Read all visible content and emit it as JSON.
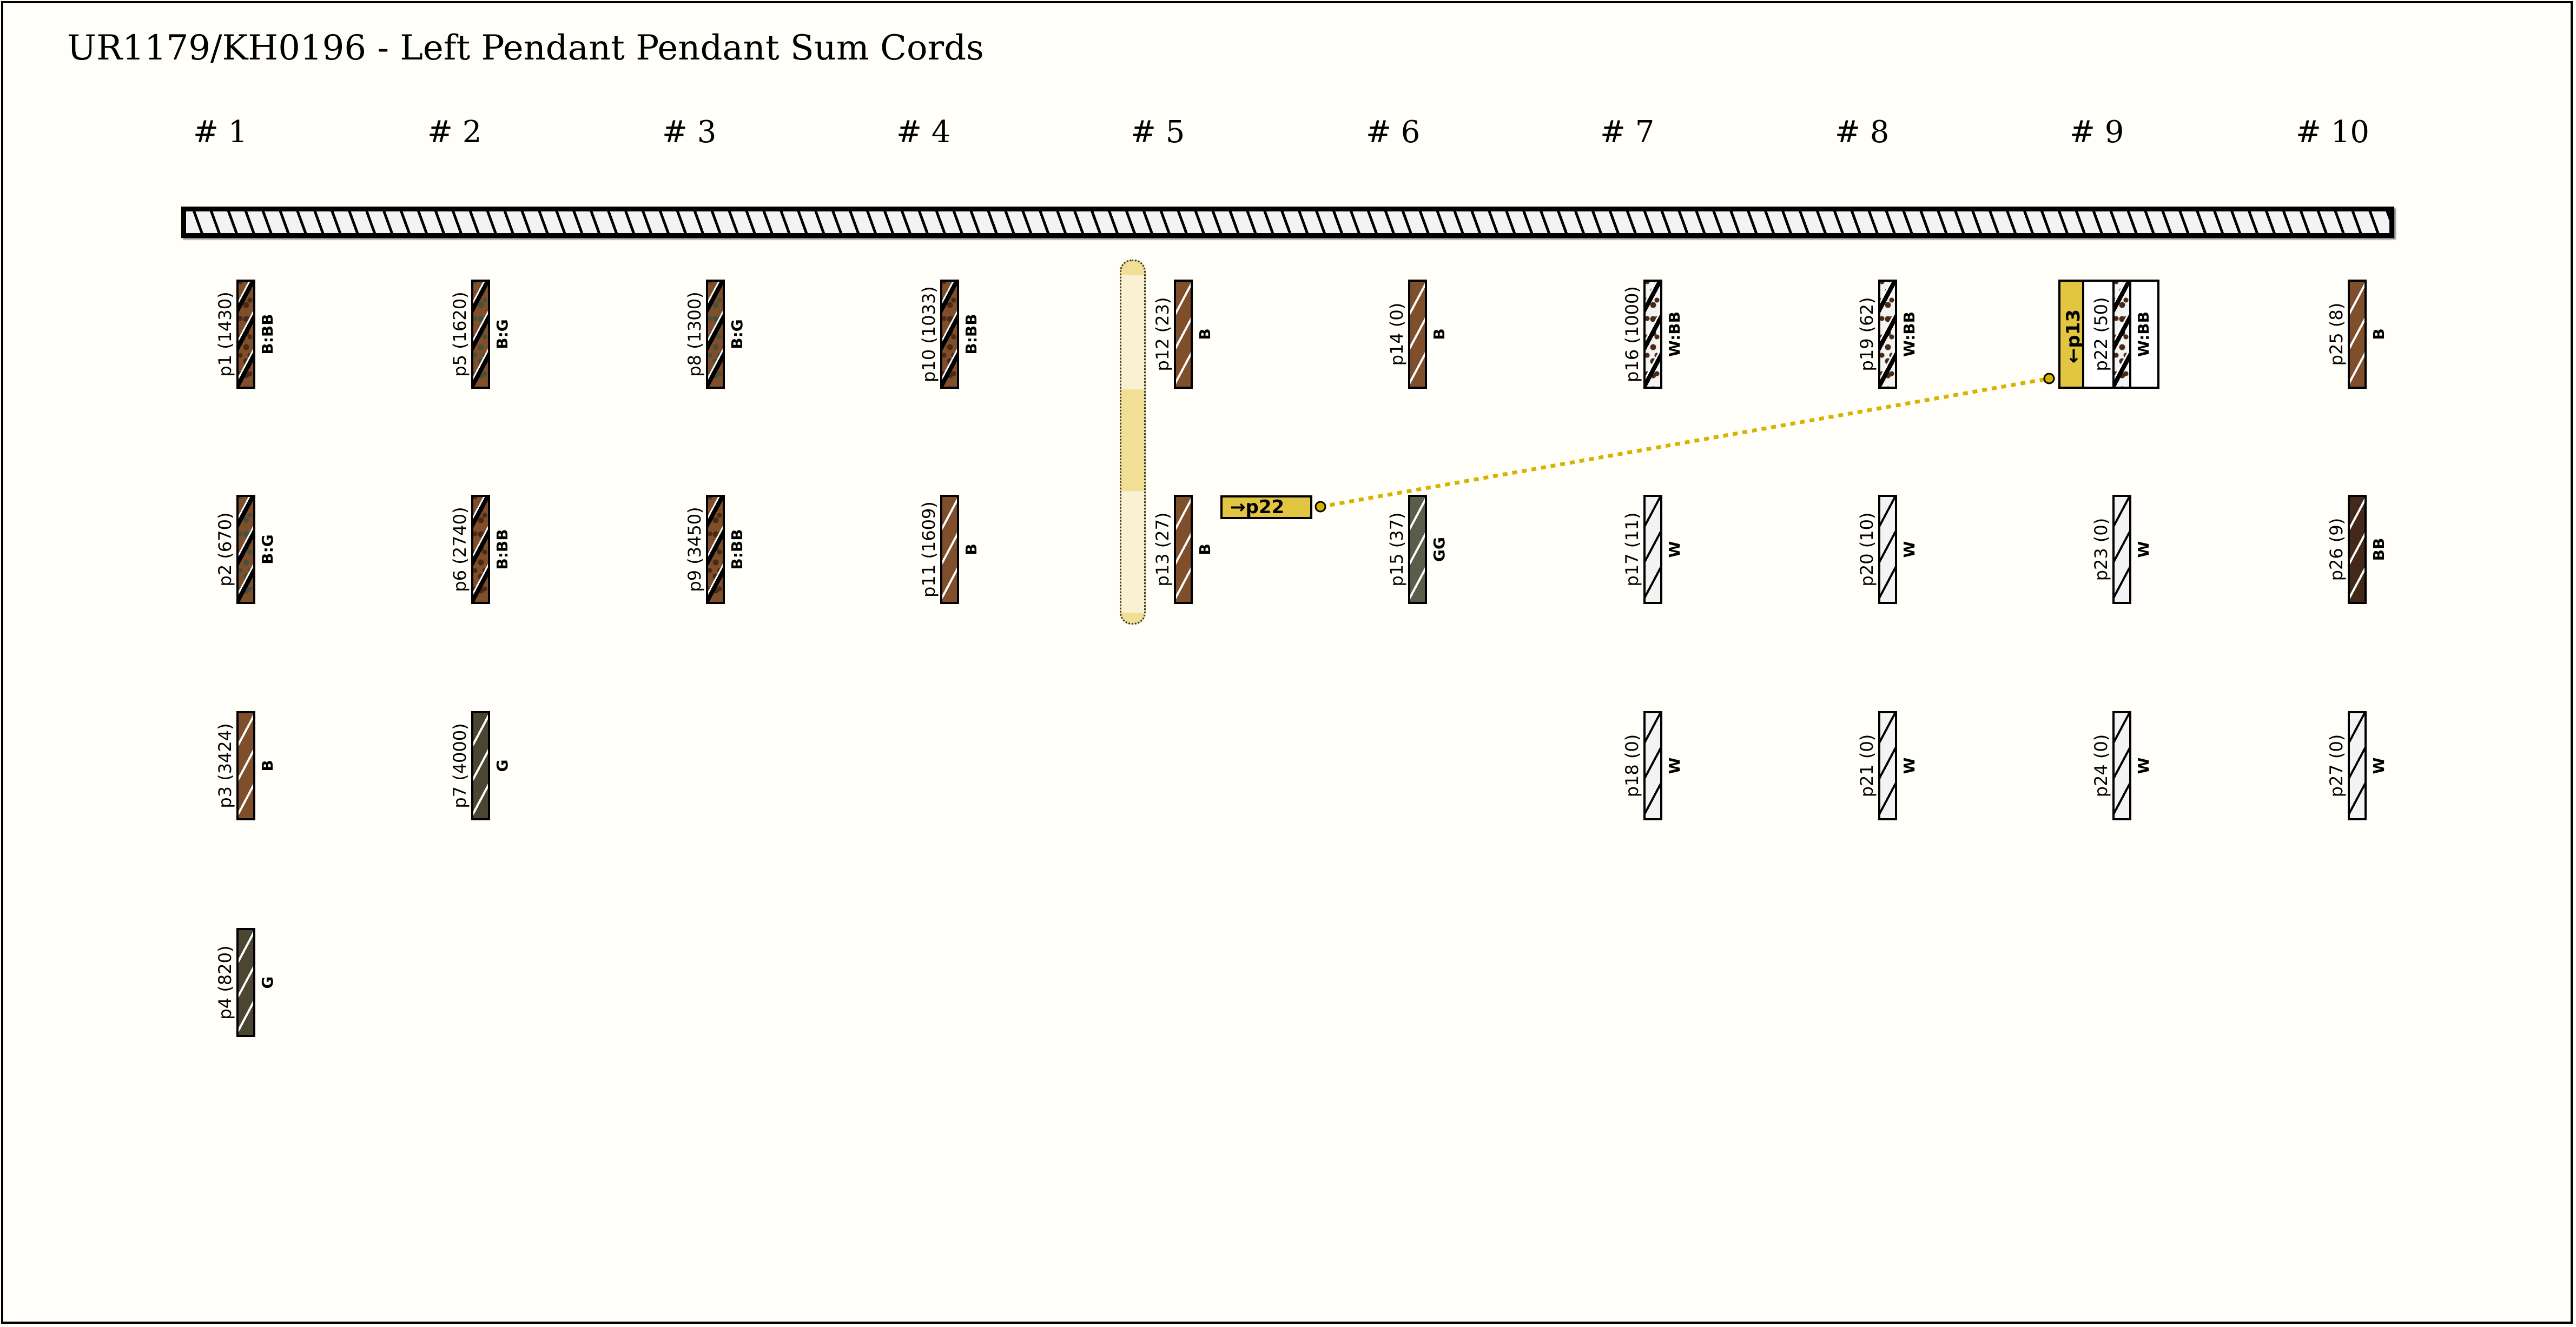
{
  "title": "UR1179/KH0196 - Left Pendant Pendant Sum Cords",
  "colors": {
    "brown": "#7f4f2b",
    "dark_brown": "#44291a",
    "green": "#4a4632",
    "gray_green": "#595e4a",
    "white": "#f3f3f3",
    "spot_brown": "#4a2a14",
    "spot_green": "#48503a",
    "highlight": "#e2c541",
    "connector": "#d6b300"
  },
  "groups": [
    {
      "label": "# 1"
    },
    {
      "label": "# 2"
    },
    {
      "label": "# 3"
    },
    {
      "label": "# 4"
    },
    {
      "label": "# 5"
    },
    {
      "label": "# 6"
    },
    {
      "label": "# 7"
    },
    {
      "label": "# 8"
    },
    {
      "label": "# 9"
    },
    {
      "label": "# 10"
    }
  ],
  "cords": [
    {
      "id": "p1",
      "value": 1430,
      "label": "p1 (1430)",
      "colors": "B:BB",
      "group": 1,
      "row": 1
    },
    {
      "id": "p2",
      "value": 670,
      "label": "p2 (670)",
      "colors": "B:G",
      "group": 1,
      "row": 2
    },
    {
      "id": "p3",
      "value": 3424,
      "label": "p3 (3424)",
      "colors": "B",
      "group": 1,
      "row": 3
    },
    {
      "id": "p4",
      "value": 820,
      "label": "p4 (820)",
      "colors": "G",
      "group": 1,
      "row": 4
    },
    {
      "id": "p5",
      "value": 1620,
      "label": "p5 (1620)",
      "colors": "B:G",
      "group": 2,
      "row": 1
    },
    {
      "id": "p6",
      "value": 2740,
      "label": "p6 (2740)",
      "colors": "B:BB",
      "group": 2,
      "row": 2
    },
    {
      "id": "p7",
      "value": 4000,
      "label": "p7 (4000)",
      "colors": "G",
      "group": 2,
      "row": 3
    },
    {
      "id": "p8",
      "value": 1300,
      "label": "p8 (1300)",
      "colors": "B:G",
      "group": 3,
      "row": 1
    },
    {
      "id": "p9",
      "value": 3450,
      "label": "p9 (3450)",
      "colors": "B:BB",
      "group": 3,
      "row": 2
    },
    {
      "id": "p10",
      "value": 1033,
      "label": "p10 (1033)",
      "colors": "B:BB",
      "group": 4,
      "row": 1
    },
    {
      "id": "p11",
      "value": 1609,
      "label": "p11 (1609)",
      "colors": "B",
      "group": 4,
      "row": 2
    },
    {
      "id": "p12",
      "value": 23,
      "label": "p12 (23)",
      "colors": "B",
      "group": 5,
      "row": 1
    },
    {
      "id": "p13",
      "value": 27,
      "label": "p13 (27)",
      "colors": "B",
      "group": 5,
      "row": 2
    },
    {
      "id": "p14",
      "value": 0,
      "label": "p14 (0)",
      "colors": "B",
      "group": 6,
      "row": 1
    },
    {
      "id": "p15",
      "value": 37,
      "label": "p15 (37)",
      "colors": "GG",
      "group": 6,
      "row": 2
    },
    {
      "id": "p16",
      "value": 1000,
      "label": "p16 (1000)",
      "colors": "W:BB",
      "group": 7,
      "row": 1
    },
    {
      "id": "p17",
      "value": 11,
      "label": "p17 (11)",
      "colors": "W",
      "group": 7,
      "row": 2
    },
    {
      "id": "p18",
      "value": 0,
      "label": "p18 (0)",
      "colors": "W",
      "group": 7,
      "row": 3
    },
    {
      "id": "p19",
      "value": 62,
      "label": "p19 (62)",
      "colors": "W:BB",
      "group": 8,
      "row": 1
    },
    {
      "id": "p20",
      "value": 10,
      "label": "p20 (10)",
      "colors": "W",
      "group": 8,
      "row": 2
    },
    {
      "id": "p21",
      "value": 0,
      "label": "p21 (0)",
      "colors": "W",
      "group": 8,
      "row": 3
    },
    {
      "id": "p22",
      "value": 50,
      "label": "p22 (50)",
      "colors": "W:BB",
      "group": 9,
      "row": 1
    },
    {
      "id": "p23",
      "value": 0,
      "label": "p23 (0)",
      "colors": "W",
      "group": 9,
      "row": 2
    },
    {
      "id": "p24",
      "value": 0,
      "label": "p24 (0)",
      "colors": "W",
      "group": 9,
      "row": 3
    },
    {
      "id": "p25",
      "value": 8,
      "label": "p25 (8)",
      "colors": "B",
      "group": 10,
      "row": 1
    },
    {
      "id": "p26",
      "value": 9,
      "label": "p26 (9)",
      "colors": "BB",
      "group": 10,
      "row": 2
    },
    {
      "id": "p27",
      "value": 0,
      "label": "p27 (0)",
      "colors": "W",
      "group": 10,
      "row": 3
    }
  ],
  "sum_group": {
    "members": [
      "p12",
      "p13"
    ],
    "group": 5
  },
  "links": [
    {
      "from": "p13",
      "to": "p22",
      "from_label": "→p22",
      "to_label": "←p13"
    }
  ]
}
